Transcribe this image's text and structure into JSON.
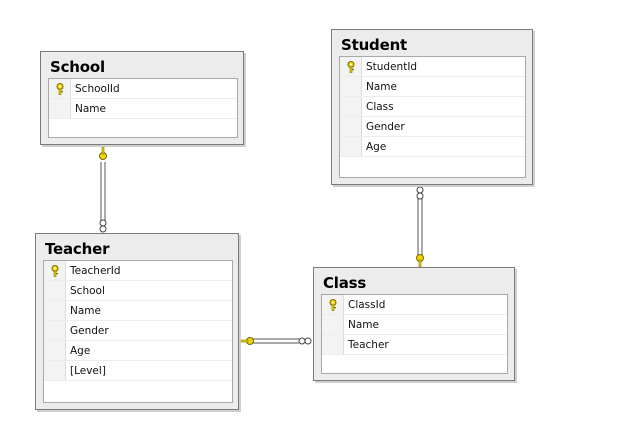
{
  "tables": {
    "school": {
      "name": "School",
      "columns": [
        "SchoolId",
        "Name"
      ]
    },
    "student": {
      "name": "Student",
      "columns": [
        "StudentId",
        "Name",
        "Class",
        "Gender",
        "Age"
      ]
    },
    "teacher": {
      "name": "Teacher",
      "columns": [
        "TeacherId",
        "School",
        "Name",
        "Gender",
        "Age",
        "[Level]"
      ]
    },
    "class": {
      "name": "Class",
      "columns": [
        "ClassId",
        "Name",
        "Teacher"
      ]
    }
  },
  "relationships": [
    {
      "from": "Teacher.School",
      "to": "School.SchoolId",
      "one_end": "School",
      "many_end": "Teacher"
    },
    {
      "from": "Student.Class",
      "to": "Class.ClassId",
      "one_end": "Class",
      "many_end": "Student"
    },
    {
      "from": "Class.Teacher",
      "to": "Teacher.TeacherId",
      "one_end": "Teacher",
      "many_end": "Class"
    }
  ],
  "colors": {
    "key": "#f2d400",
    "key_outline": "#7a6a00",
    "line": "#555555",
    "header_bg": "#ececec"
  },
  "icons": {
    "primary_key": "key-icon",
    "one_end": "key-endpoint-icon",
    "many_end": "infinity-endpoint-icon"
  }
}
